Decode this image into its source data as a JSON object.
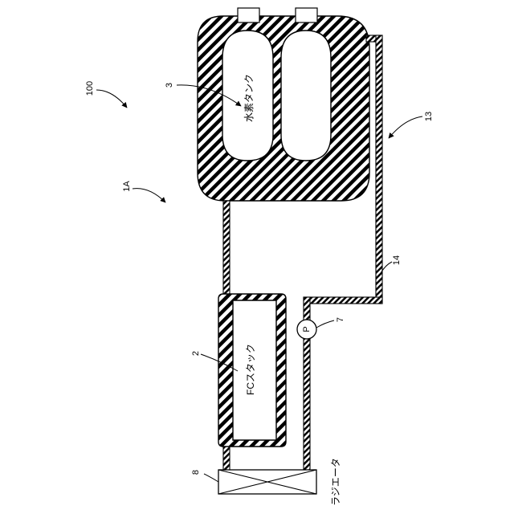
{
  "labels": {
    "system_ref": "100",
    "unit_ref": "1A",
    "tank_ref": "3",
    "tank_name": "水素タンク",
    "loop_ref": "13",
    "pipe_ref": "14",
    "stack_ref": "2",
    "stack_name": "FCスタック",
    "pump_ref": "7",
    "pump_symbol": "P",
    "radiator_ref": "8",
    "radiator_name": "ラジエータ"
  },
  "colors": {
    "line": "#000000",
    "hatch": "#000000",
    "background": "#ffffff"
  }
}
